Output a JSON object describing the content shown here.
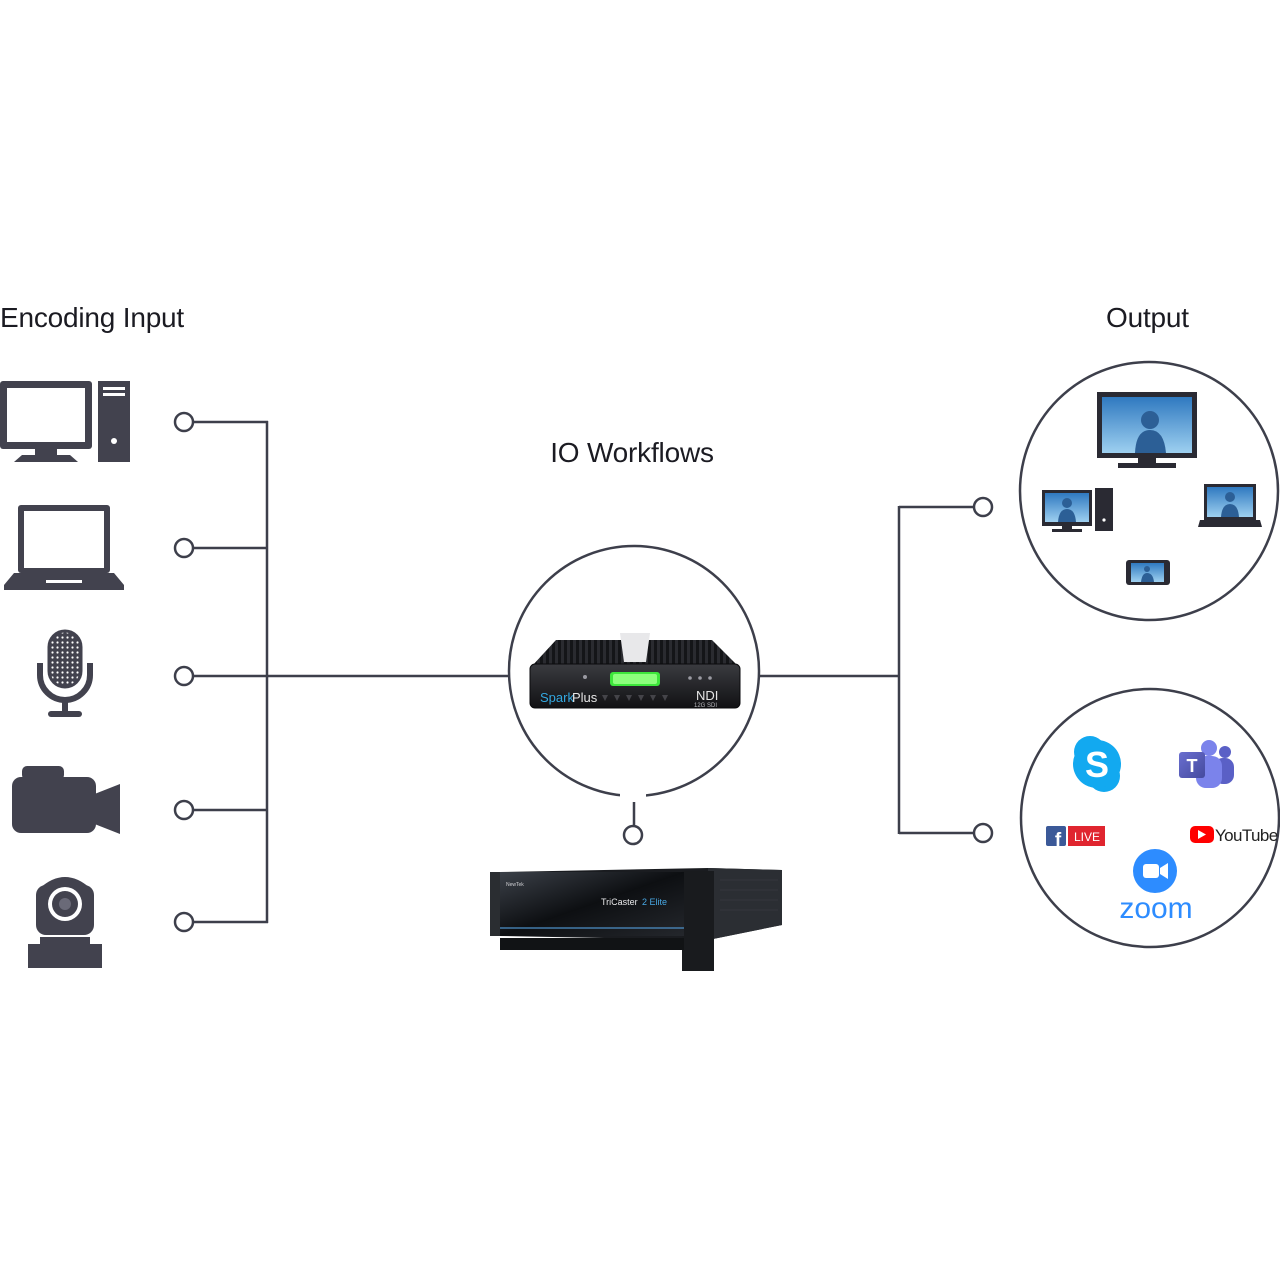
{
  "headings": {
    "encoding_input": "Encoding Input",
    "io_workflows": "IO Workflows",
    "output": "Output"
  },
  "encoder": {
    "brand": "Spark",
    "brand_suffix": "Plus",
    "ndi": "NDI",
    "ndi_sub": "12G SDI"
  },
  "switcher": {
    "name": "TriCaster",
    "model": "2 Elite",
    "maker": "NewTek"
  },
  "platforms": {
    "facebook_live": "LIVE",
    "youtube": "YouTube",
    "zoom": "zoom"
  },
  "input_icons": [
    "desktop-computer-icon",
    "laptop-icon",
    "microphone-icon",
    "video-camera-icon",
    "ptz-camera-icon"
  ],
  "output_icons": [
    "monitor-icon",
    "desktop-computer-icon",
    "laptop-icon",
    "smartphone-icon",
    "skype-icon",
    "teams-icon",
    "facebook-live-icon",
    "youtube-icon",
    "zoom-icon"
  ],
  "colors": {
    "line": "#3d3f4b",
    "icon": "#42424e",
    "skype": "#12a9f0",
    "teams": "#5558af",
    "facebook": "#3b5998",
    "live_red": "#e0252f",
    "youtube_red": "#ff0000",
    "zoom": "#2d8cff",
    "encoder_display": "#3de63b"
  }
}
